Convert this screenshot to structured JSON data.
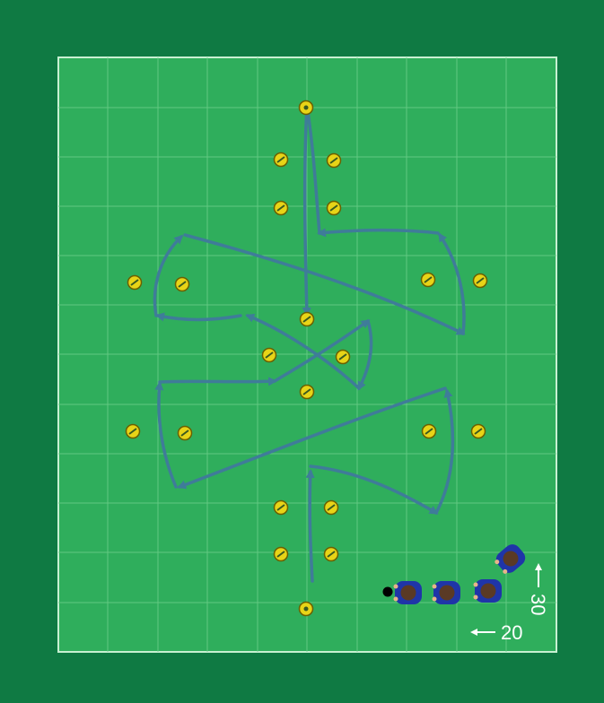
{
  "diagram": {
    "background_color": "#0f7a43",
    "pitch_color": "#2fae5c",
    "grid_color": "#6fcf8c",
    "cone_color": "#e8d417",
    "arrow_color": "#3f7c99",
    "player_jersey_color": "#1f35a8",
    "player_head_color": "#5a3a25",
    "ball_color": "#000000",
    "cone_icon": "yellow-cone-marker",
    "player_icon": "player-top-view",
    "ball_icon": "soccer-ball",
    "arrow_icon": "curved-run-arrow"
  },
  "dimensions": {
    "width_label": "20",
    "length_label": "30"
  }
}
